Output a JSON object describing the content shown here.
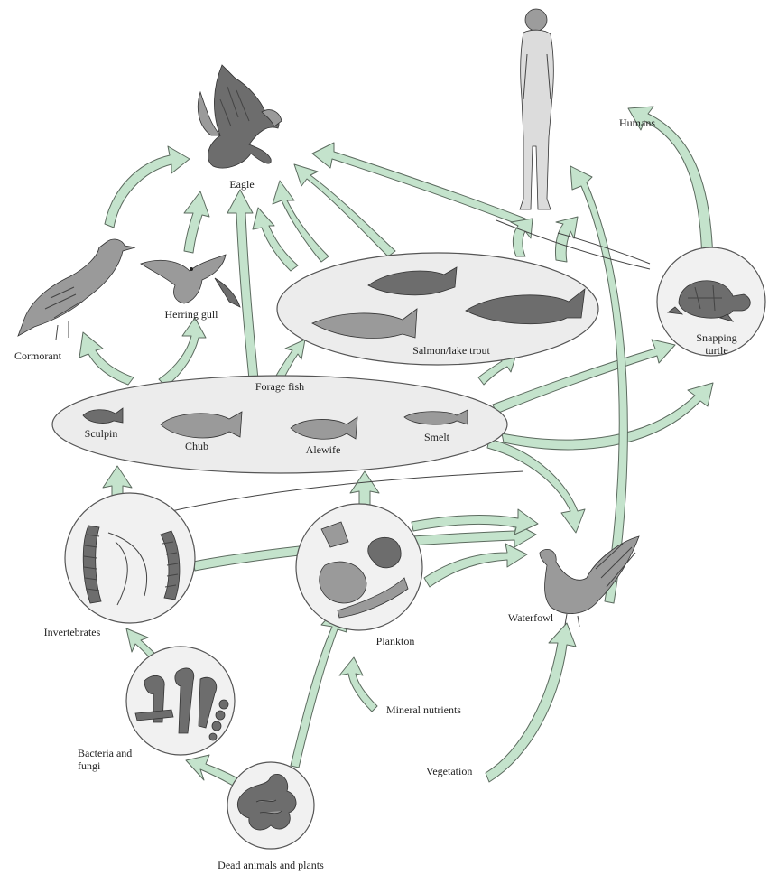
{
  "labels": {
    "eagle": "Eagle",
    "humans": "Humans",
    "cormorant": "Cormorant",
    "herring_gull": "Herring gull",
    "salmon": "Salmon/lake trout",
    "snapping_turtle_1": "Snapping",
    "snapping_turtle_2": "turtle",
    "forage_fish": "Forage fish",
    "sculpin": "Sculpin",
    "chub": "Chub",
    "alewife": "Alewife",
    "smelt": "Smelt",
    "invertebrates": "Invertebrates",
    "plankton": "Plankton",
    "waterfowl": "Waterfowl",
    "mineral_nutrients": "Mineral nutrients",
    "bacteria_1": "Bacteria and",
    "bacteria_2": "fungi",
    "vegetation": "Vegetation",
    "dead": "Dead animals and plants"
  },
  "colors": {
    "arrow_fill": "#c4e3cc",
    "node_fill": "#ececec"
  }
}
